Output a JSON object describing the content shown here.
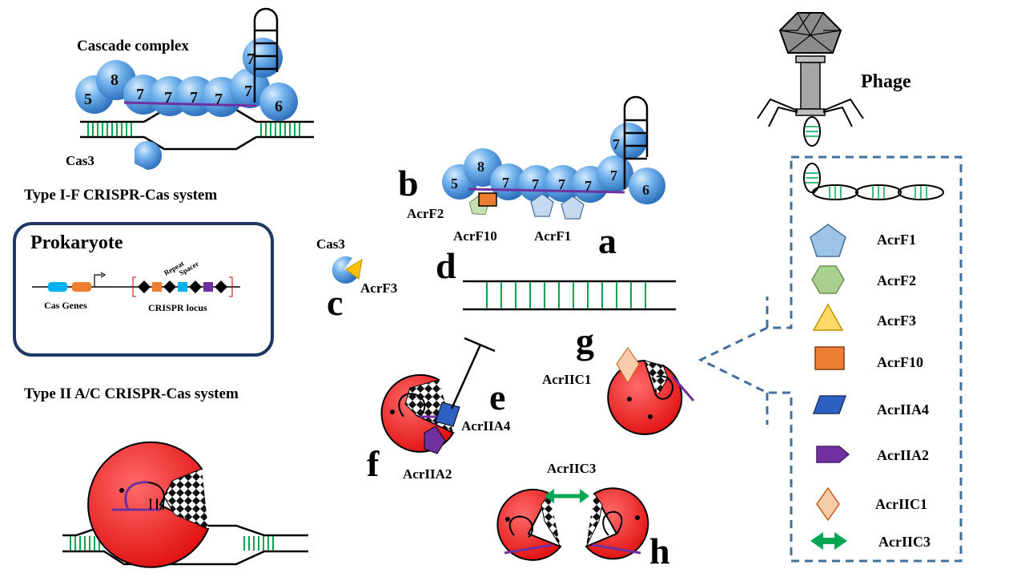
{
  "cascade": {
    "title": "Cascade complex",
    "subunits": [
      "5",
      "8",
      "7",
      "7",
      "7",
      "7",
      "7",
      "7",
      "6"
    ],
    "cas3": "Cas3",
    "system_label": "Type I-F CRISPR-Cas system"
  },
  "prokaryote": {
    "title": "Prokaryote",
    "cas_genes": "Cas Genes",
    "crispr_locus": "CRISPR locus",
    "repeat": "Repeat",
    "spacer": "Spacer"
  },
  "type2": {
    "label": "Type II A/C CRISPR-Cas system"
  },
  "center": {
    "subunits": [
      "5",
      "8",
      "7",
      "7",
      "7",
      "7",
      "7",
      "7",
      "6"
    ],
    "acrf2": "AcrF2",
    "acrf10": "AcrF10",
    "acrf1": "AcrF1",
    "cas3": "Cas3",
    "acrf3": "AcrF3",
    "acriia4": "AcrIIA4",
    "acriia2": "AcrIIA2",
    "acriic1": "AcrIIC1",
    "acriic3": "AcrIIC3"
  },
  "letters": {
    "a": "a",
    "b": "b",
    "c": "c",
    "d": "d",
    "e": "e",
    "f": "f",
    "g": "g",
    "h": "h"
  },
  "phage": {
    "label": "Phage"
  },
  "legend": {
    "items": [
      {
        "label": "AcrF1",
        "shape": "pentagon",
        "color": "#9DC3E6"
      },
      {
        "label": "AcrF2",
        "shape": "hexagon",
        "color": "#A9D18E"
      },
      {
        "label": "AcrF3",
        "shape": "triangle",
        "color": "#FFD966"
      },
      {
        "label": "AcrF10",
        "shape": "square",
        "color": "#ED7D31"
      },
      {
        "label": "AcrIIA4",
        "shape": "parallelogram",
        "color": "#2E5FC2"
      },
      {
        "label": "AcrIIA2",
        "shape": "arrow-pentagon",
        "color": "#7030A0"
      },
      {
        "label": "AcrIIC1",
        "shape": "diamond",
        "color": "#F4B183"
      },
      {
        "label": "AcrIIC3",
        "shape": "double-arrow",
        "color": "#00A651"
      }
    ]
  },
  "colors": {
    "ball": "#4A90D9",
    "cas9": "#E02020",
    "dna_rung": "#00A651",
    "crrna": "#7030A0",
    "legend_border": "#41719C"
  }
}
